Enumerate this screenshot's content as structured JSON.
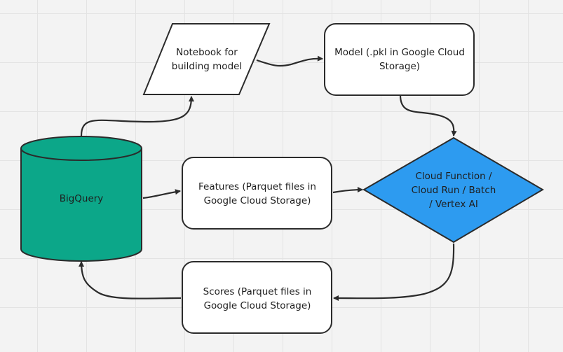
{
  "nodes": {
    "notebook": "Notebook for building model",
    "model": "Model (.pkl in Google Cloud Storage)",
    "bigquery": "BigQuery",
    "features": "Features (Parquet files in Google Cloud Storage)",
    "compute": "Cloud Function / Cloud Run / Batch / Vertex AI",
    "scores": "Scores (Parquet files in Google Cloud Storage)"
  },
  "colors": {
    "bigquery_fill": "#0ca789",
    "compute_fill": "#2d9bf0",
    "stroke": "#2b2b2b",
    "box_fill": "#ffffff",
    "grid_background": "#f3f3f3"
  }
}
